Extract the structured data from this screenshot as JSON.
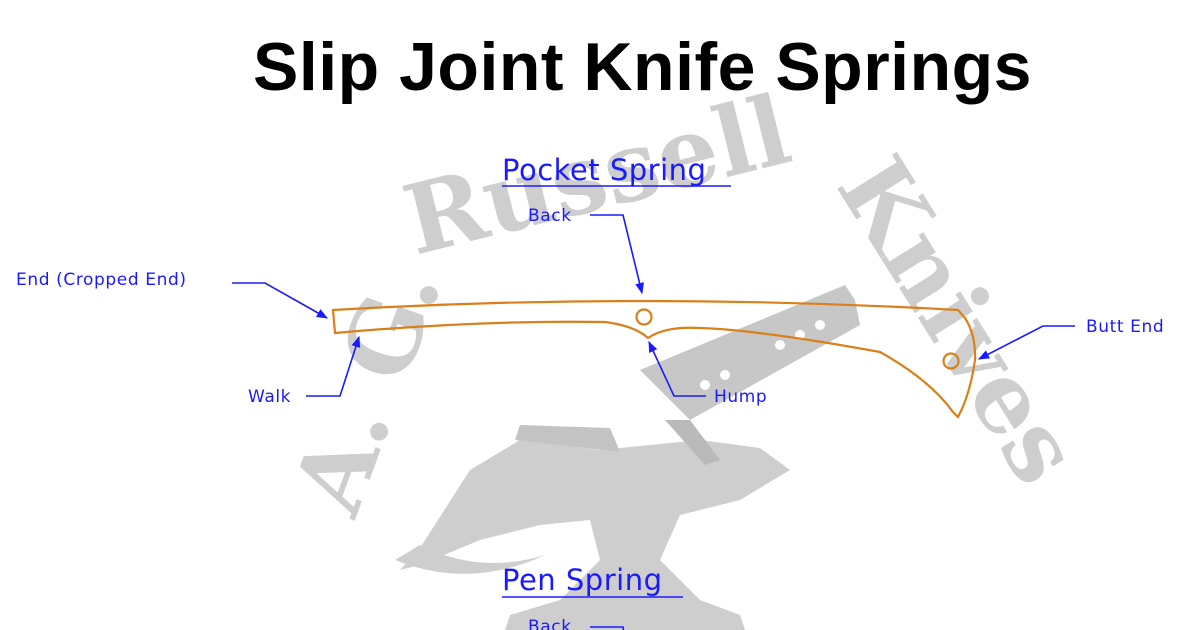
{
  "title": "Slip Joint Knife Springs",
  "watermark": {
    "text_left": "A. G.",
    "text_top": "Russell",
    "text_right": "Knives",
    "color": "#c9c9c9"
  },
  "pocket_spring": {
    "heading": "Pocket Spring",
    "labels": {
      "back": "Back",
      "end": "End (Cropped End)",
      "walk": "Walk",
      "hump": "Hump",
      "butt_end": "Butt End"
    }
  },
  "pen_spring": {
    "heading": "Pen Spring",
    "labels": {
      "back": "Back"
    }
  },
  "colors": {
    "annotation": "#1a1aff",
    "spring_outline": "#d9801a",
    "title": "#000000"
  }
}
